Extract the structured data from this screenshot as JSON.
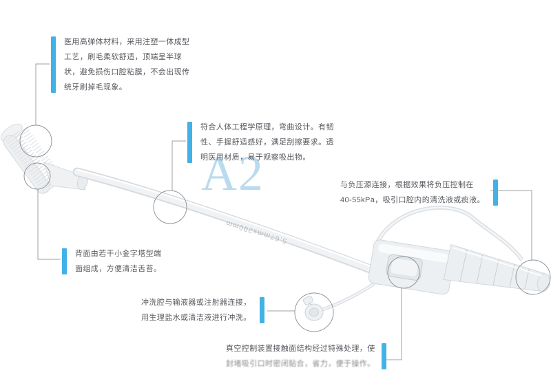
{
  "colors": {
    "accent_blue": "#41b1e8",
    "annotation_text": "#56595e",
    "watermark_blue": "#b9dbef",
    "leader_gray": "#8f959a",
    "device_outline": "#d5d9dd"
  },
  "watermark": {
    "label": "A2"
  },
  "device": {
    "tube_print": "5.67mmx200mm"
  },
  "annotations": {
    "brush_material": {
      "lines": [
        "医用高弹体材料，采用注塑一体成型",
        "工艺，刷毛柔软舒适，顶端呈半球",
        "状，避免损伤口腔粘膜，不会出现传",
        "统牙刷掉毛现象。"
      ]
    },
    "ergonomic_design": {
      "lines": [
        "符合人体工程学原理，弯曲设计。有韧",
        "性、手握舒适感好，满足刮擦要求。透",
        "明医用材质，易于观察吸出物。"
      ]
    },
    "negative_pressure": {
      "lines": [
        "与负压源连接，根据效果将负压控制在",
        "40-55kPa，吸引口腔内的清洗液或痰液。"
      ]
    },
    "back_pyramids": {
      "lines": [
        "背面由若干小金字塔型端",
        "面组成，方便清洁舌苔。"
      ]
    },
    "irrigation": {
      "lines": [
        "冲洗腔与输液器或注射器连接，",
        "用生理盐水或清洁液进行冲洗。"
      ]
    },
    "vacuum_control": {
      "lines": [
        "真空控制装置接触面结构经过特殊处理，使",
        "封堵吸引口时密闭贴合，省力，便于操作。"
      ]
    }
  }
}
